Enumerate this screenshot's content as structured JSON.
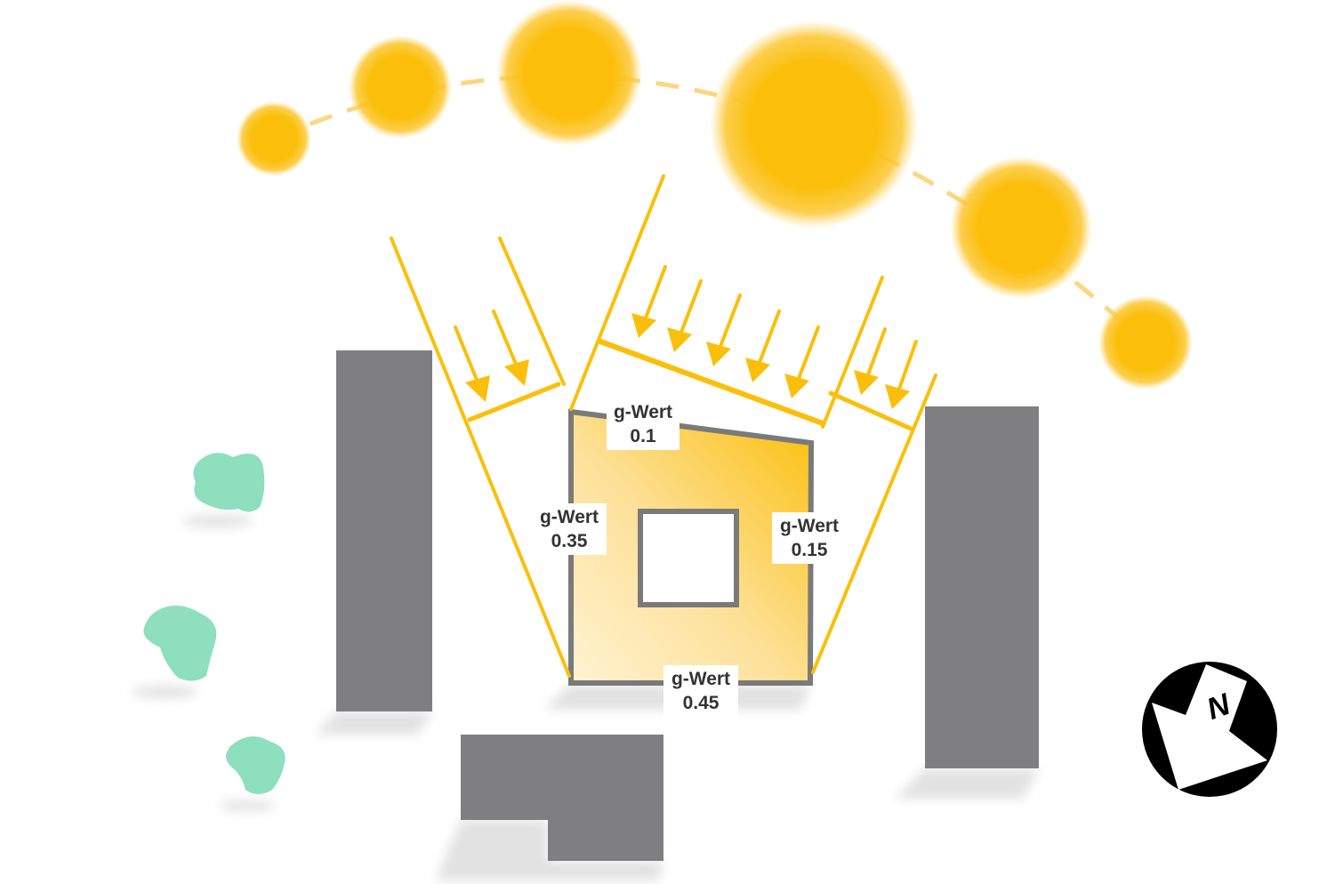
{
  "colors": {
    "sun": "#fbbf0b",
    "ray": "#fbbf0b",
    "building": "#7f7e80",
    "shadow": "#e3e3e3",
    "tree": "#8ddfbd",
    "wall": "#7a7a7a",
    "compass": "#000000"
  },
  "icons": {
    "compass": "compass-north-arrow-icon",
    "sun": "sun-icon",
    "tree": "tree-icon",
    "ray": "arrow-down-icon"
  },
  "facades": {
    "north": {
      "label": "g-Wert",
      "value": "0.1"
    },
    "west": {
      "label": "g-Wert",
      "value": "0.35"
    },
    "east": {
      "label": "g-Wert",
      "value": "0.15"
    },
    "south": {
      "label": "g-Wert",
      "value": "0.45"
    }
  },
  "compass": {
    "letter": "N"
  }
}
